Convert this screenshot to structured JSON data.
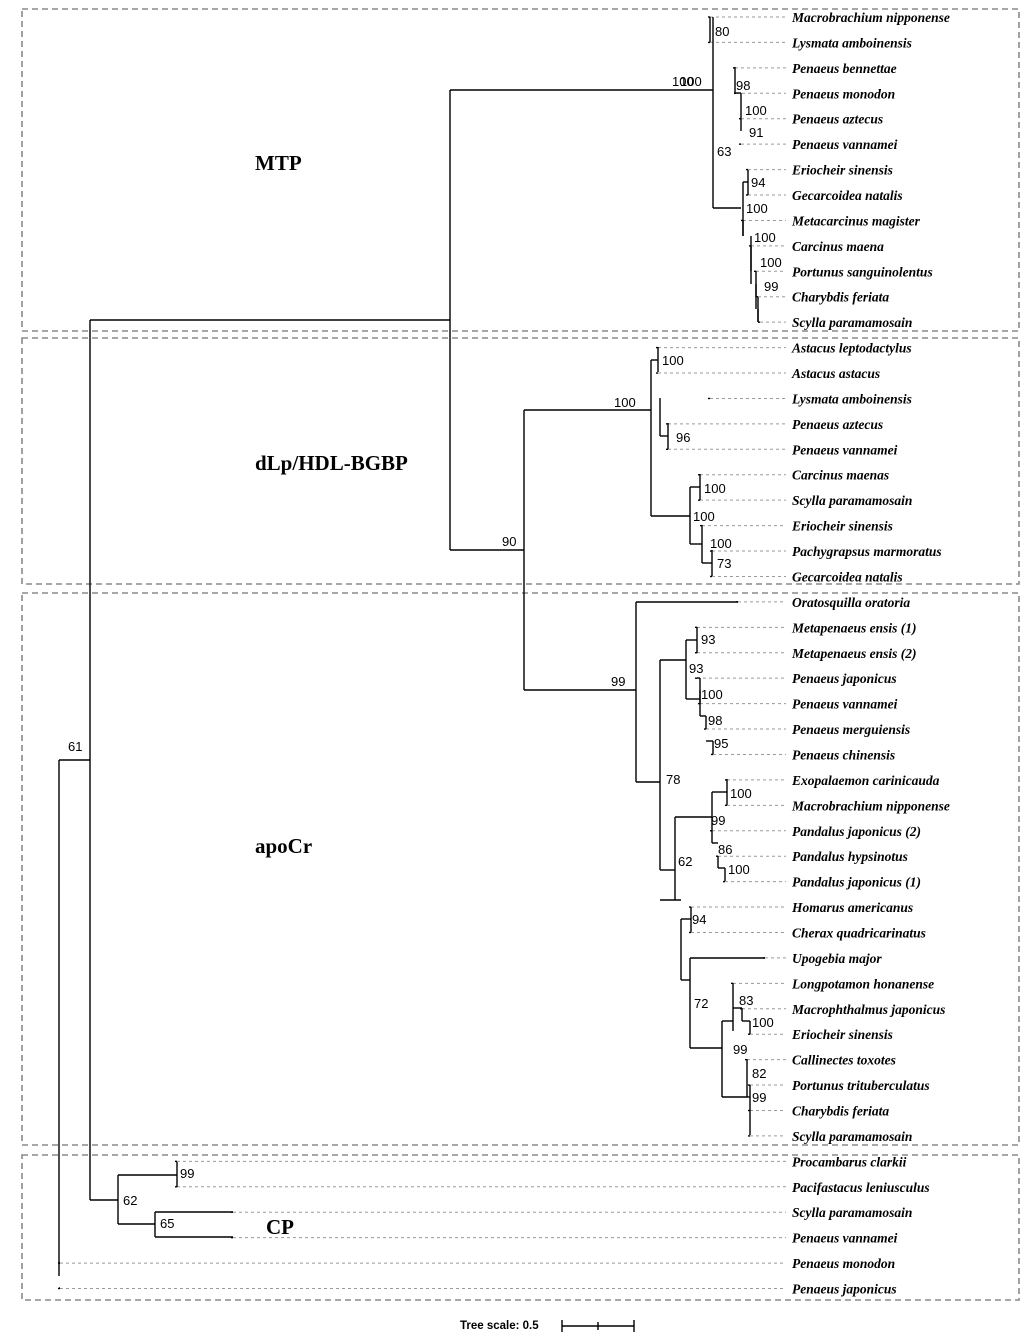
{
  "groups": {
    "mtp": "MTP",
    "dlp": "dLp/HDL-BGBP",
    "apocr": "apoCr",
    "cp": "CP"
  },
  "scale": {
    "label": "Tree scale: 0.5"
  },
  "taxa": [
    "Macrobrachium nipponense",
    "Lysmata amboinensis",
    "Penaeus bennettae",
    "Penaeus monodon",
    "Penaeus aztecus",
    "Penaeus vannamei",
    "Eriocheir sinensis",
    "Gecarcoidea natalis",
    "Metacarcinus magister",
    "Carcinus maena",
    "Portunus sanguinolentus",
    "Charybdis feriata",
    "Scylla paramamosain",
    "Astacus leptodactylus",
    "Astacus astacus",
    "Lysmata amboinensis",
    "Penaeus aztecus",
    "Penaeus vannamei",
    "Carcinus maenas",
    "Scylla paramamosain",
    "Eriocheir sinensis",
    "Pachygrapsus marmoratus",
    "Gecarcoidea natalis",
    "Oratosquilla oratoria",
    "Metapenaeus ensis (1)",
    "Metapenaeus ensis (2)",
    "Penaeus japonicus",
    "Penaeus vannamei",
    "Penaeus merguiensis",
    "Penaeus chinensis",
    "Exopalaemon carinicauda",
    "Macrobrachium nipponense",
    "Pandalus japonicus (2)",
    "Pandalus hypsinotus",
    "Pandalus japonicus (1)",
    "Homarus americanus",
    "Cherax quadricarinatus",
    "Upogebia major",
    "Longpotamon honanense",
    "Macrophthalmus japonicus",
    "Eriocheir sinensis",
    "Callinectes toxotes",
    "Portunus trituberculatus",
    "Charybdis feriata",
    "Scylla paramamosain",
    "Procambarus clarkii",
    "Pacifastacus leniusculus",
    "Scylla paramamosain",
    "Penaeus vannamei",
    "Penaeus monodon",
    "Penaeus japonicus"
  ],
  "support_values": {
    "n100_mtp": "100",
    "n80": "80",
    "n100_mtp_crown": "100",
    "n98": "98",
    "n100_paz": "100",
    "n91": "91",
    "n63": "63",
    "n94_mtp": "94",
    "n100_meta": "100",
    "n100_carc": "100",
    "n100_port": "100",
    "n99_chary": "99",
    "n90": "90",
    "n100_dlp": "100",
    "n100_astacus": "100",
    "n96": "96",
    "n100_crab_dlp": "100",
    "n100_carscy": "100",
    "n100_pach": "100",
    "n73": "73",
    "n99_apocr": "99",
    "n93_metap": "93",
    "n93_pen": "93",
    "n100_pvan": "100",
    "n98_pmer": "98",
    "n95": "95",
    "n78": "78",
    "n100_exo": "100",
    "n99_carid": "99",
    "n86": "86",
    "n100_pand": "100",
    "n62_apocr": "62",
    "n94_hom": "94",
    "n72": "72",
    "n83": "83",
    "n100_mac": "100",
    "n99_crab": "99",
    "n82": "82",
    "n99_port": "99",
    "n61": "61",
    "n62_cp": "62",
    "n99_cp": "99",
    "n65": "65"
  },
  "colors": {
    "branch": "#000000",
    "guide": "#9a9a9a",
    "panel": "#8a8a8a",
    "background": "#ffffff"
  }
}
